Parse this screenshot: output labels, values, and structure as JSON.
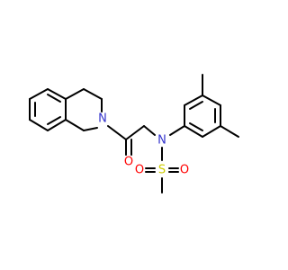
{
  "molecule": {
    "atoms": {
      "n_amide": "N",
      "o_carbonyl": "O",
      "n_sulfonamide": "N",
      "s_sulfonyl": "S",
      "o_sulfonyl_left": "O",
      "o_sulfonyl_right": "O"
    },
    "colors": {
      "bond": "#000000",
      "nitrogen": "#3333cc",
      "oxygen": "#ff0000",
      "sulfur": "#cccc00"
    }
  }
}
